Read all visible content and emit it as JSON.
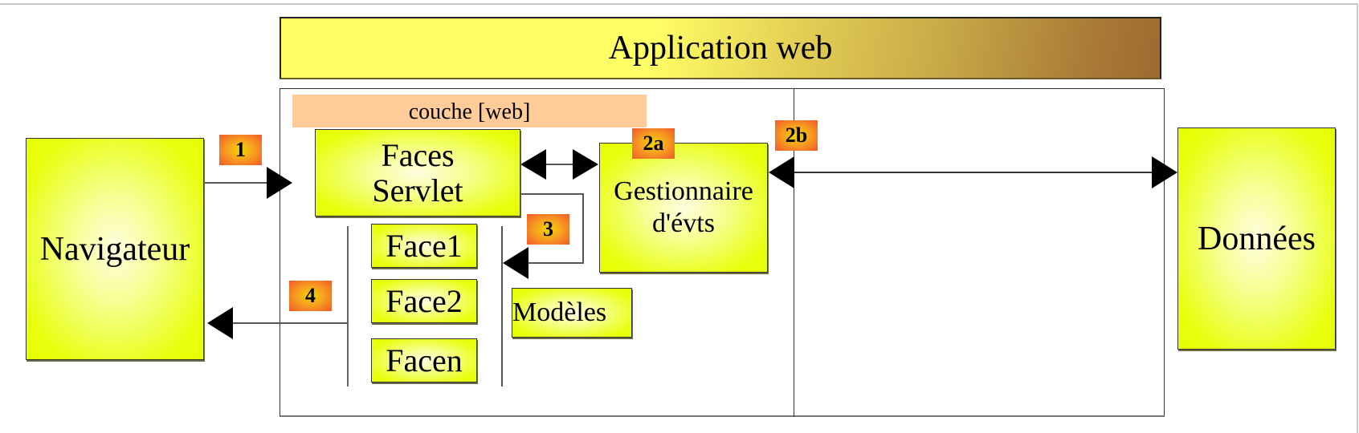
{
  "diagram": {
    "title": "Application web",
    "layer_label": "couche [web]",
    "nodes": {
      "navigateur": "Navigateur",
      "donnees": "Données",
      "servlet_line1": "Faces",
      "servlet_line2": "Servlet",
      "gestionnaire_line1": "Gestionnaire",
      "gestionnaire_line2": "d'évts",
      "face1": "Face1",
      "face2": "Face2",
      "facen": "Facen",
      "modeles": "Modèles"
    },
    "steps": {
      "s1": "1",
      "s2a": "2a",
      "s2b": "2b",
      "s3": "3",
      "s4": "4"
    },
    "colors": {
      "node_fill": "#e6ff00",
      "layer_fill": "#ffcc99",
      "badge_center": "#f2d600",
      "badge_edge": "#f2582a",
      "title_start": "#ffff66",
      "title_end": "#9e6a30"
    }
  }
}
